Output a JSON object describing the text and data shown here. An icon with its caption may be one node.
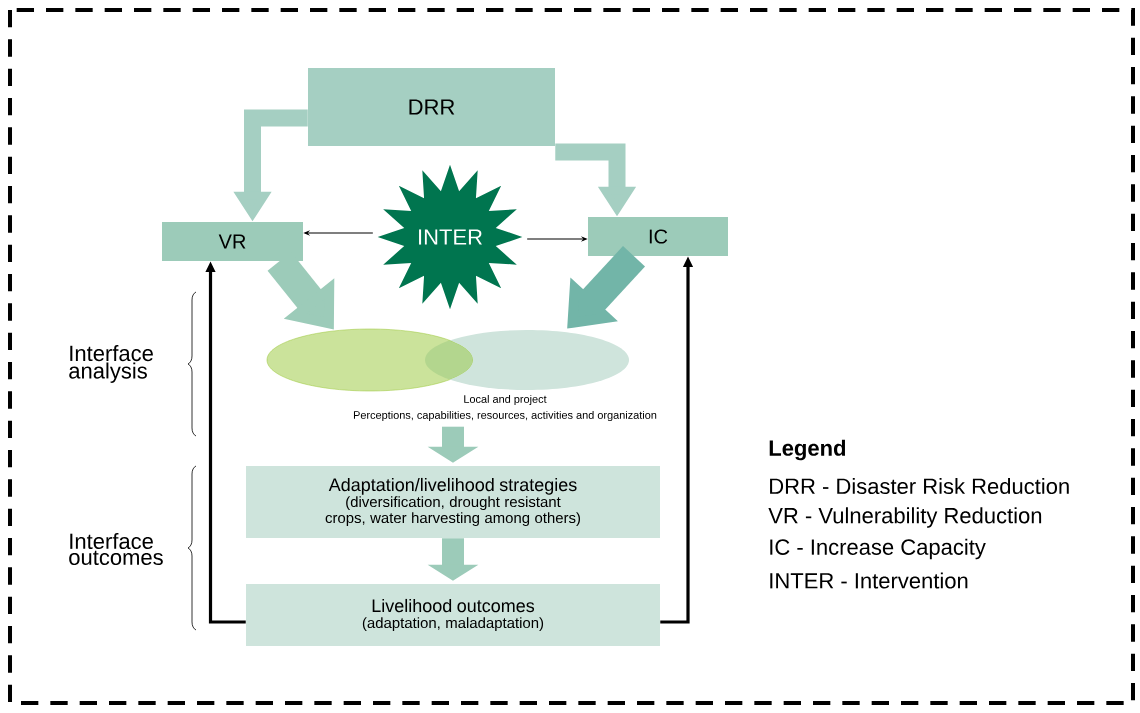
{
  "diagram": {
    "nodes": [
      {
        "text": [
          "DRR"
        ]
      },
      {
        "text": [
          "VR"
        ]
      },
      {
        "text": [
          "INTER"
        ]
      },
      {
        "text": [
          "IC"
        ]
      },
      {
        "text": [],
        "shape": "ellipse"
      },
      {
        "text": [],
        "shape": "ellipse"
      },
      {
        "text": [
          "Local and project",
          "Perceptions, capabilities, resources, activities and organization"
        ]
      },
      {
        "text": [
          "Adaptation/livelihood strategies",
          "(diversification, drought resistant crops, water harvesting among others)"
        ]
      },
      {
        "text": [
          "Livelihood outcomes",
          "(adaptation, maladaptation)"
        ]
      }
    ],
    "edges": [
      {
        "from": 0,
        "to": 1,
        "arrow": "to",
        "color": "#a5cfc2"
      },
      {
        "from": 0,
        "to": 3,
        "arrow": "to",
        "color": "#a5cfc2"
      },
      {
        "from": 2,
        "to": 1,
        "arrow": "to"
      },
      {
        "from": 2,
        "to": 3,
        "arrow": "to"
      },
      {
        "from": 1,
        "to": 4,
        "arrow": "to",
        "color": "#9ccbb9"
      },
      {
        "from": 3,
        "to": 5,
        "arrow": "to",
        "color": "#72b5a8"
      },
      {
        "from": 6,
        "to": 7,
        "arrow": "to",
        "color": "#9ccbb9"
      },
      {
        "from": 7,
        "to": 8,
        "arrow": "to",
        "color": "#9ccbb9"
      },
      {
        "from": 8,
        "to": 1,
        "arrow": "to"
      },
      {
        "from": 8,
        "to": 3,
        "arrow": "to"
      }
    ],
    "labels": [
      "Interface analysis",
      "Interface outcomes",
      "Legend"
    ],
    "legend": [
      {
        "text": "DRR - Disaster Risk Reduction"
      },
      {
        "text": "VR - Vulnerability Reduction"
      },
      {
        "text": "IC - Increase Capacity"
      },
      {
        "text": "INTER - Intervention"
      }
    ]
  }
}
